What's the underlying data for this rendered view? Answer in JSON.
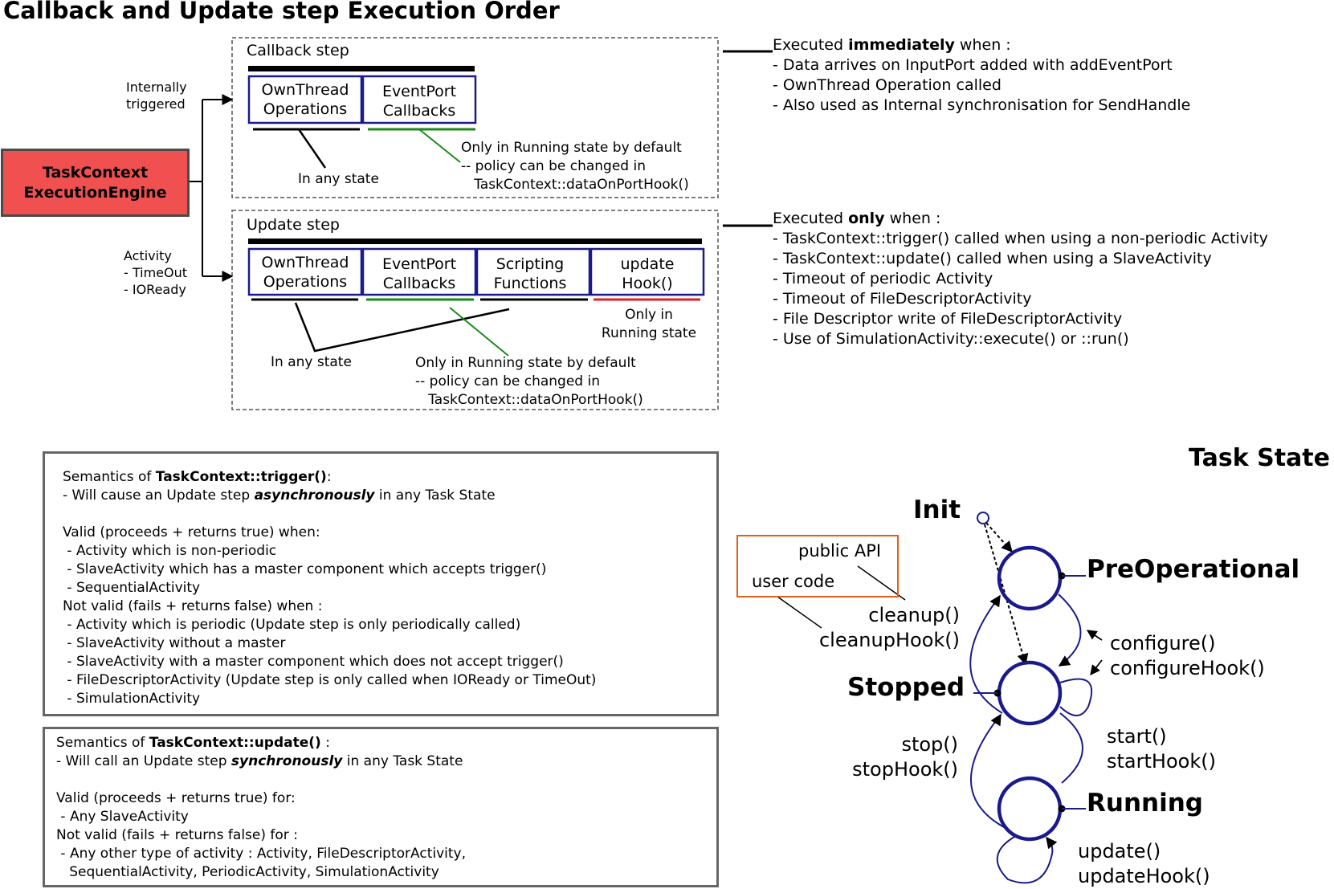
{
  "title": "Callback and Update step Execution Order",
  "engine": {
    "label": "TaskContext\nExecutionEngine"
  },
  "triggers": {
    "internal": "Internally\ntriggered",
    "activity": "Activity\n- TimeOut\n- IOReady"
  },
  "callback_step": {
    "label": "Callback step",
    "cells": [
      "OwnThread\nOperations",
      "EventPort\nCallbacks"
    ],
    "any_state": "In any state",
    "running_note": "Only in Running state by default\n-- policy can be changed in\n   TaskContext::dataOnPortHook()"
  },
  "update_step": {
    "label": "Update step",
    "cells": [
      "OwnThread\nOperations",
      "EventPort\nCallbacks",
      "Scripting\nFunctions",
      "update\nHook()"
    ],
    "any_state": "In any state",
    "running_note": "Only in Running state by default\n-- policy can be changed in\n   TaskContext::dataOnPortHook()",
    "hook_note": "Only in\nRunning state"
  },
  "callback_exec": {
    "prefix": "Executed ",
    "emph": "immediately",
    "suffix": " when :",
    "items": [
      "- Data arrives on InputPort added with addEventPort",
      "- OwnThread Operation called",
      "- Also used as Internal synchronisation for SendHandle"
    ]
  },
  "update_exec": {
    "prefix": "Executed ",
    "emph": "only",
    "suffix": " when :",
    "items": [
      "- TaskContext::trigger() called when using a non-periodic Activity",
      "- TaskContext::update() called when using a SlaveActivity",
      "- Timeout of periodic Activity",
      "- Timeout of FileDescriptorActivity",
      "- File Descriptor write of FileDescriptorActivity",
      "- Use of SimulationActivity::execute() or ::run()"
    ]
  },
  "trigger_semantics": {
    "head_prefix": "Semantics of ",
    "head_emph": "TaskContext::trigger()",
    "head_suffix": ":",
    "line1_prefix": "- Will cause an Update step ",
    "line1_emph": "asynchronously",
    "line1_suffix": " in any Task State",
    "lines": [
      "",
      "Valid (proceeds + returns true) when:",
      " - Activity which is non-periodic",
      " - SlaveActivity which has a master component which accepts trigger()",
      " - SequentialActivity",
      "Not valid (fails + returns false) when :",
      " - Activity which is periodic (Update step is only periodically called)",
      " - SlaveActivity without a master",
      " - SlaveActivity with a master component which does not accept trigger()",
      " - FileDescriptorActivity (Update step is only called when IOReady or TimeOut)",
      " - SimulationActivity"
    ]
  },
  "update_semantics": {
    "head_prefix": "Semantics of ",
    "head_emph": "TaskContext::update()",
    "head_suffix": " :",
    "line1_prefix": "- Will call an Update step ",
    "line1_emph": "synchronously",
    "line1_suffix": " in any Task State",
    "lines": [
      "",
      "Valid (proceeds + returns true) for:",
      " - Any SlaveActivity",
      "Not valid (fails + returns false) for :",
      " - Any other type of activity : Activity, FileDescriptorActivity,",
      "   SequentialActivity, PeriodicActivity, SimulationActivity"
    ]
  },
  "task_state": {
    "title": "Task State",
    "states": {
      "init": "Init",
      "preop": "PreOperational",
      "stopped": "Stopped",
      "running": "Running"
    },
    "legend": {
      "public": "public API",
      "user": "user code"
    },
    "transitions": {
      "cleanup": "cleanup()\ncleanupHook()",
      "configure": "configure()\nconfigureHook()",
      "stop": "stop()\nstopHook()",
      "start": "start()\nstartHook()",
      "update": "update()\nupdateHook()"
    }
  },
  "colors": {
    "engine_fill": "#f05050",
    "cell_border": "#1a1a8c",
    "green": "#1a8a1a",
    "red": "#e02020",
    "state_blue": "#1a1a8c",
    "legend_orange": "#e0601a"
  }
}
